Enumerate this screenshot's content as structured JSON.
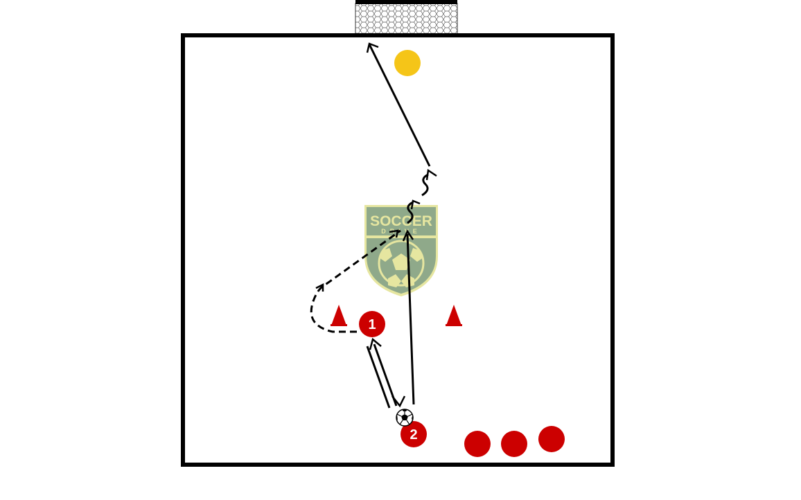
{
  "drill": {
    "players": [
      {
        "label": "1",
        "color": "#cc0000"
      },
      {
        "label": "2",
        "color": "#cc0000"
      }
    ],
    "waiting_players": 3,
    "goalkeeper_color": "#f5c518",
    "cone_color": "#cc0000",
    "line_color": "#000000",
    "pitch_line_color": "#000000"
  },
  "logo": {
    "word_top": "SOCCER",
    "word_bottom": "DRIVE",
    "colors": {
      "shield": "#8fa98a",
      "text": "#e6e6a0"
    }
  },
  "icons": {
    "goal": "goal-net-icon",
    "ball": "soccer-ball-icon",
    "cone": "cone-icon"
  }
}
